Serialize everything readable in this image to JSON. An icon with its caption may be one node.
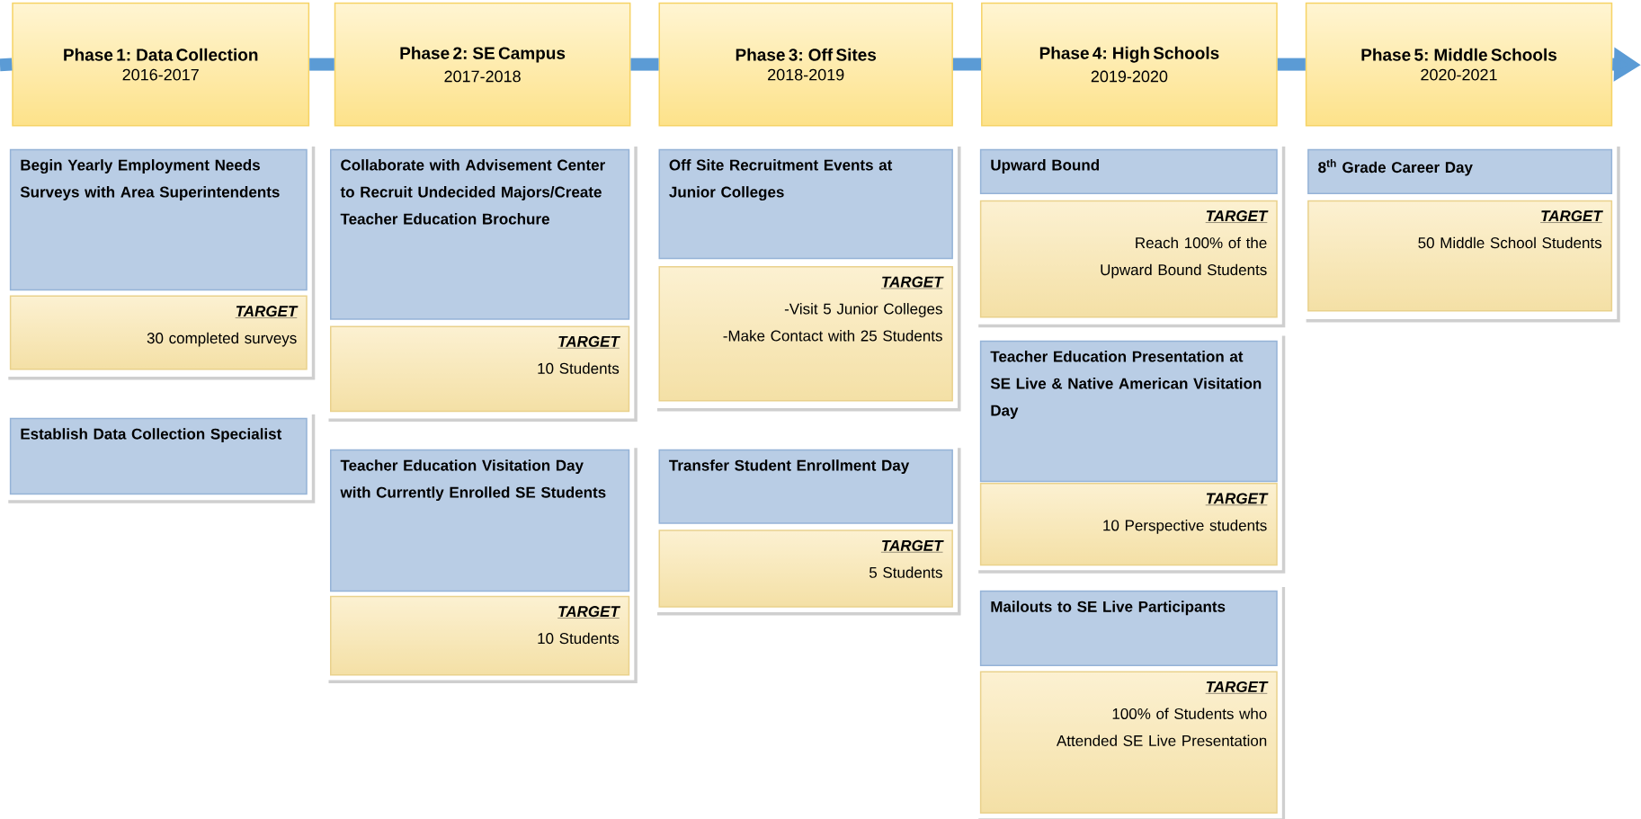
{
  "diagram": {
    "nodes": [
      {
        "text": [
          "Phase 1: Data Collection",
          "2016-2017"
        ]
      },
      {
        "text": [
          "Phase 2: SE Campus",
          "2017-2018"
        ]
      },
      {
        "text": [
          "Phase 3: Off Sites",
          "2018-2019"
        ]
      },
      {
        "text": [
          "Phase 4: High Schools",
          "2019-2020"
        ]
      },
      {
        "text": [
          "Phase 5: Middle Schools",
          "2020-2021"
        ]
      },
      {
        "text": [
          "Begin Yearly Employment Needs Surveys with Area Superintendents"
        ]
      },
      {
        "text": [
          "TARGET",
          "30 completed surveys"
        ]
      },
      {
        "text": [
          "Establish Data Collection Specialist"
        ]
      },
      {
        "text": [
          "Collaborate with Advisement Center to Recruit Undecided Majors/Create Teacher Education Brochure"
        ]
      },
      {
        "text": [
          "TARGET",
          "10 Students"
        ]
      },
      {
        "text": [
          "Teacher Education Visitation Day with Currently Enrolled SE Students"
        ]
      },
      {
        "text": [
          "TARGET",
          "10 Students"
        ]
      },
      {
        "text": [
          "Off Site Recruitment Events at Junior Colleges"
        ]
      },
      {
        "text": [
          "TARGET",
          "-Visit 5 Junior Colleges",
          "-Make Contact with 25 Students"
        ]
      },
      {
        "text": [
          "Transfer Student Enrollment Day"
        ]
      },
      {
        "text": [
          "TARGET",
          "5 Students"
        ]
      },
      {
        "text": [
          "Upward Bound"
        ]
      },
      {
        "text": [
          "TARGET",
          "Reach 100% of the Upward Bound Students"
        ]
      },
      {
        "text": [
          "Teacher Education Presentation at SE Live & Native American Visitation Day"
        ]
      },
      {
        "text": [
          "TARGET",
          "10 Perspective students"
        ]
      },
      {
        "text": [
          "Mailouts to SE Live Participants"
        ]
      },
      {
        "text": [
          "TARGET",
          "100% of Students who Attended SE Live Presentation"
        ]
      },
      {
        "text": [
          "8$^{th}$ Grade Career Day"
        ]
      },
      {
        "text": [
          "TARGET",
          "50 Middle School Students"
        ]
      }
    ],
    "edges": [
      {
        "from": null,
        "to": 0,
        "arrow": "none"
      },
      {
        "from": 0,
        "to": 1,
        "arrow": "none"
      },
      {
        "from": 1,
        "to": 2,
        "arrow": "none"
      },
      {
        "from": 2,
        "to": 3,
        "arrow": "none"
      },
      {
        "from": 3,
        "to": 4,
        "arrow": "none"
      },
      {
        "from": 4,
        "to": null,
        "arrow": "to"
      }
    ]
  }
}
